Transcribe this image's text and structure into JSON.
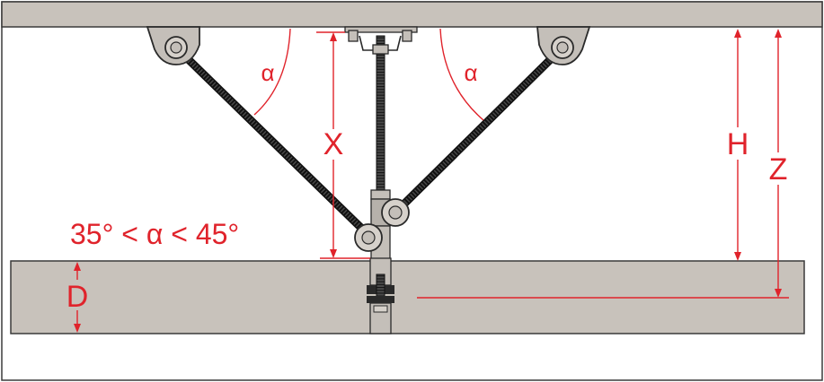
{
  "labels": {
    "angle_symbol": "α",
    "x": "X",
    "h": "H",
    "z": "Z",
    "d": "D",
    "angle_range": "35° < α < 45°"
  },
  "colors": {
    "dimension": "#e0232b",
    "slab": "#c8c2bb",
    "outline": "#3a3a3a",
    "rod": "#2f2f2f",
    "hardware": "#bdb8b2"
  }
}
